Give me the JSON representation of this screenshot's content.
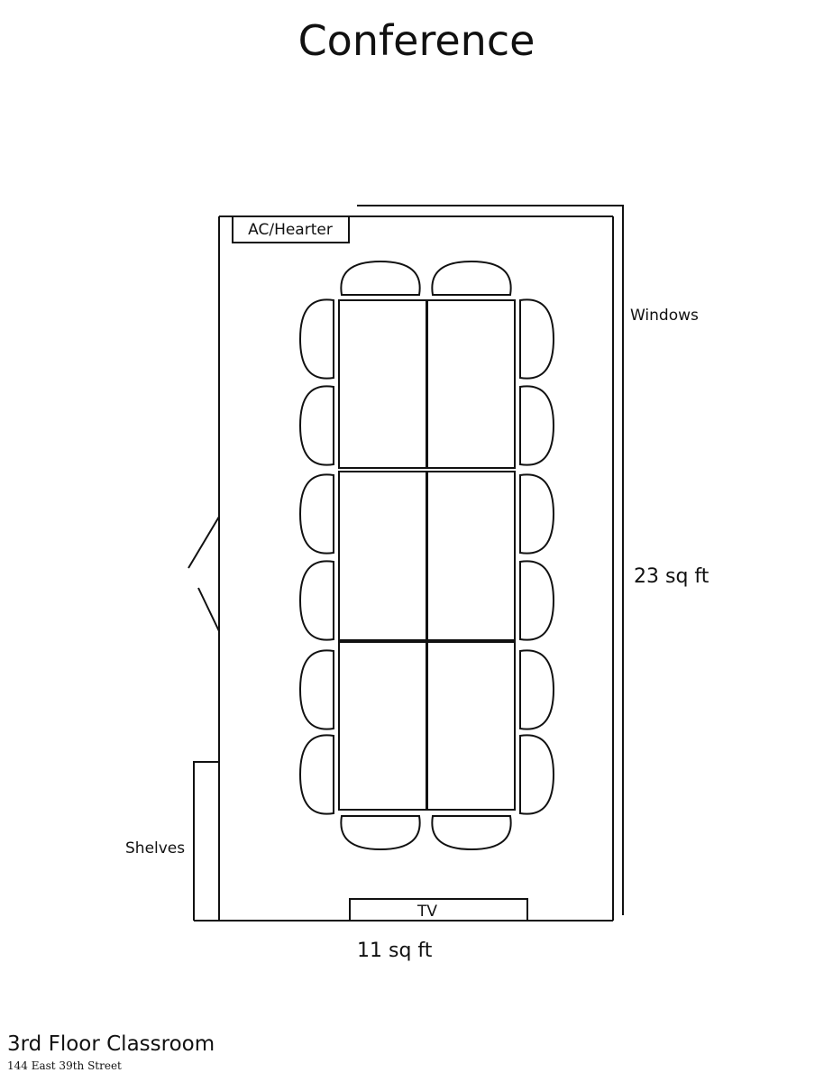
{
  "title": "Conference",
  "fixtures": {
    "ac_heater": "AC/Hearter",
    "tv": "TV"
  },
  "labels": {
    "windows": "Windows",
    "length": "23 sq ft",
    "width": "11 sq ft",
    "shelves": "Shelves"
  },
  "footer": {
    "room": "3rd Floor Classroom",
    "address": "144 East 39th Street"
  },
  "layout": {
    "tables": 6,
    "chairs": 16
  }
}
